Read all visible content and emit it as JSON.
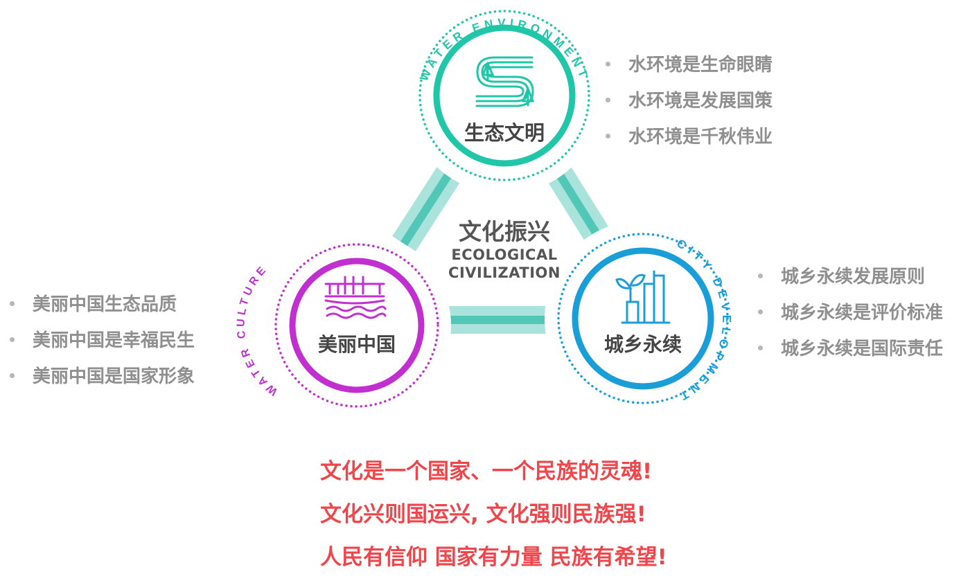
{
  "colors": {
    "teal": "#1fc6a8",
    "magenta": "#c22fd0",
    "blue": "#1a9ed8",
    "connector_light": "#a9e3dc",
    "connector_dark": "#52c7b8",
    "bullet_text": "#8f8f8f",
    "slogan": "#f0454a",
    "title": "#444444"
  },
  "circles": {
    "top": {
      "title": "生态文明",
      "ring_text": "WATER ENVIRONMENT",
      "icon": "river-trees-icon",
      "color": "#1fc6a8"
    },
    "left": {
      "title": "美丽中国",
      "ring_text": "WATER CULTURE",
      "icon": "bridge-water-icon",
      "color": "#c22fd0"
    },
    "right": {
      "title": "城乡永续",
      "ring_text": "CITY DEVELOPMENT",
      "icon": "city-sprout-icon",
      "color": "#1a9ed8"
    }
  },
  "center": {
    "title": "文化振兴",
    "subtitle_line1": "ECOLOGICAL",
    "subtitle_line2": "CIVILIZATION"
  },
  "lists": {
    "top_right": [
      "水环境是生命眼睛",
      "水环境是发展国策",
      "水环境是千秋伟业"
    ],
    "right": [
      "城乡永续发展原则",
      "城乡永续是评价标准",
      "城乡永续是国际责任"
    ],
    "left": [
      "美丽中国生态品质",
      "美丽中国是幸福民生",
      "美丽中国是国家形象"
    ]
  },
  "slogans": [
    "文化是一个国家、一个民族的灵魂!",
    "文化兴则国运兴, 文化强则民族强!",
    "人民有信仰 国家有力量 民族有希望!"
  ]
}
